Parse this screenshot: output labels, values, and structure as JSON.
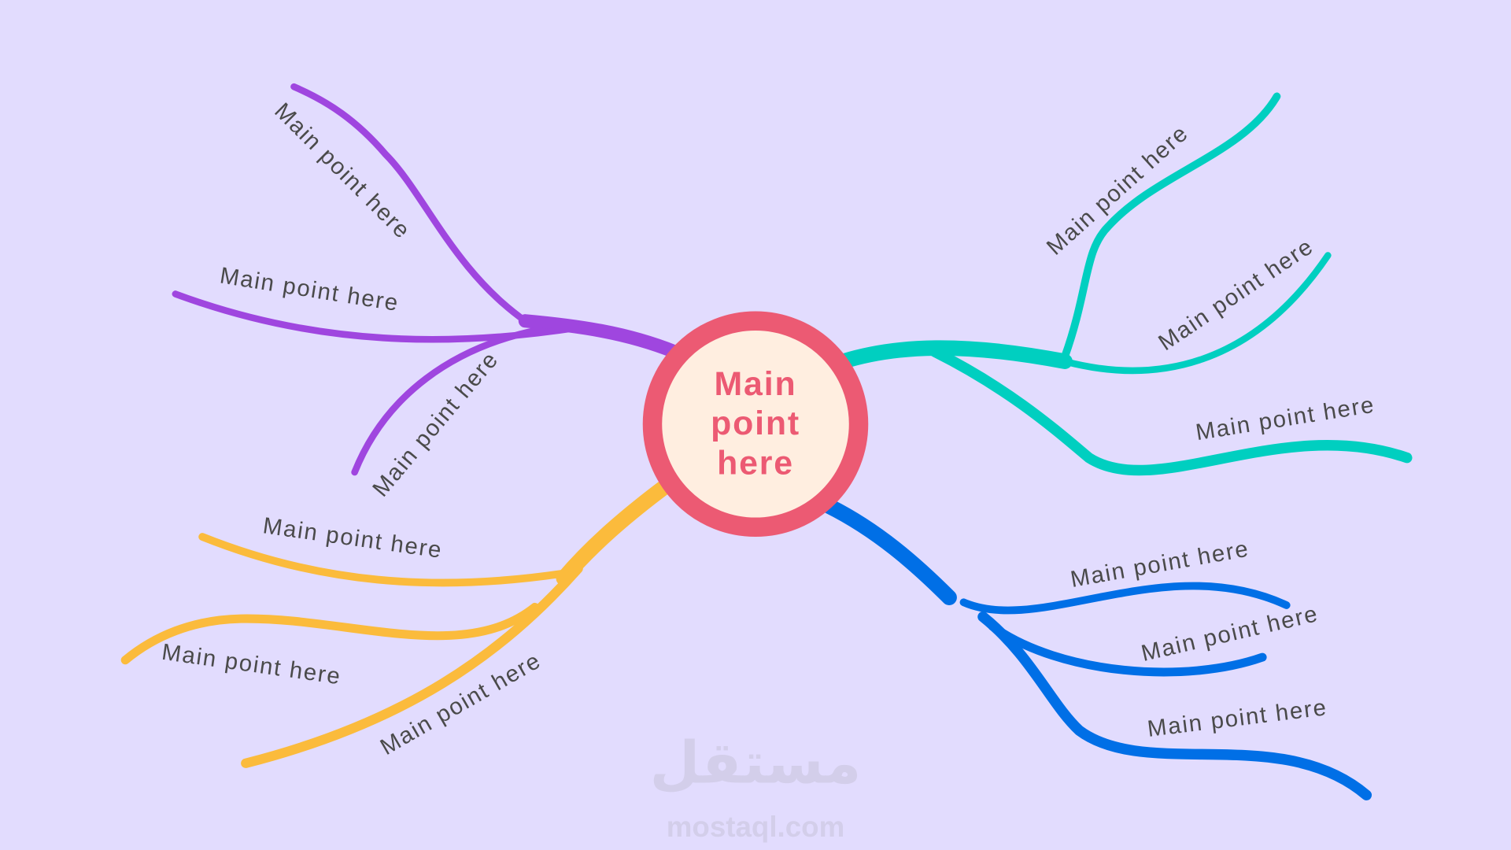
{
  "center": {
    "lines": [
      "Main",
      "point",
      "here"
    ],
    "ring_color": "#ec5a73",
    "fill_color": "#ffeee0"
  },
  "branches": [
    {
      "name": "purple",
      "color": "#9f46df",
      "labels": [
        "Main point here",
        "Main point here",
        "Main point here"
      ]
    },
    {
      "name": "teal",
      "color": "#00cfc0",
      "labels": [
        "Main point here",
        "Main point here",
        "Main point here"
      ]
    },
    {
      "name": "yellow",
      "color": "#fbbb3c",
      "labels": [
        "Main point here",
        "Main point here",
        "Main point here"
      ]
    },
    {
      "name": "blue",
      "color": "#006fe6",
      "labels": [
        "Main point here",
        "Main point here",
        "Main point here"
      ]
    }
  ],
  "watermark": {
    "arabic": "مستقل",
    "latin": "mostaql.com"
  },
  "background": "#e2dcfe"
}
